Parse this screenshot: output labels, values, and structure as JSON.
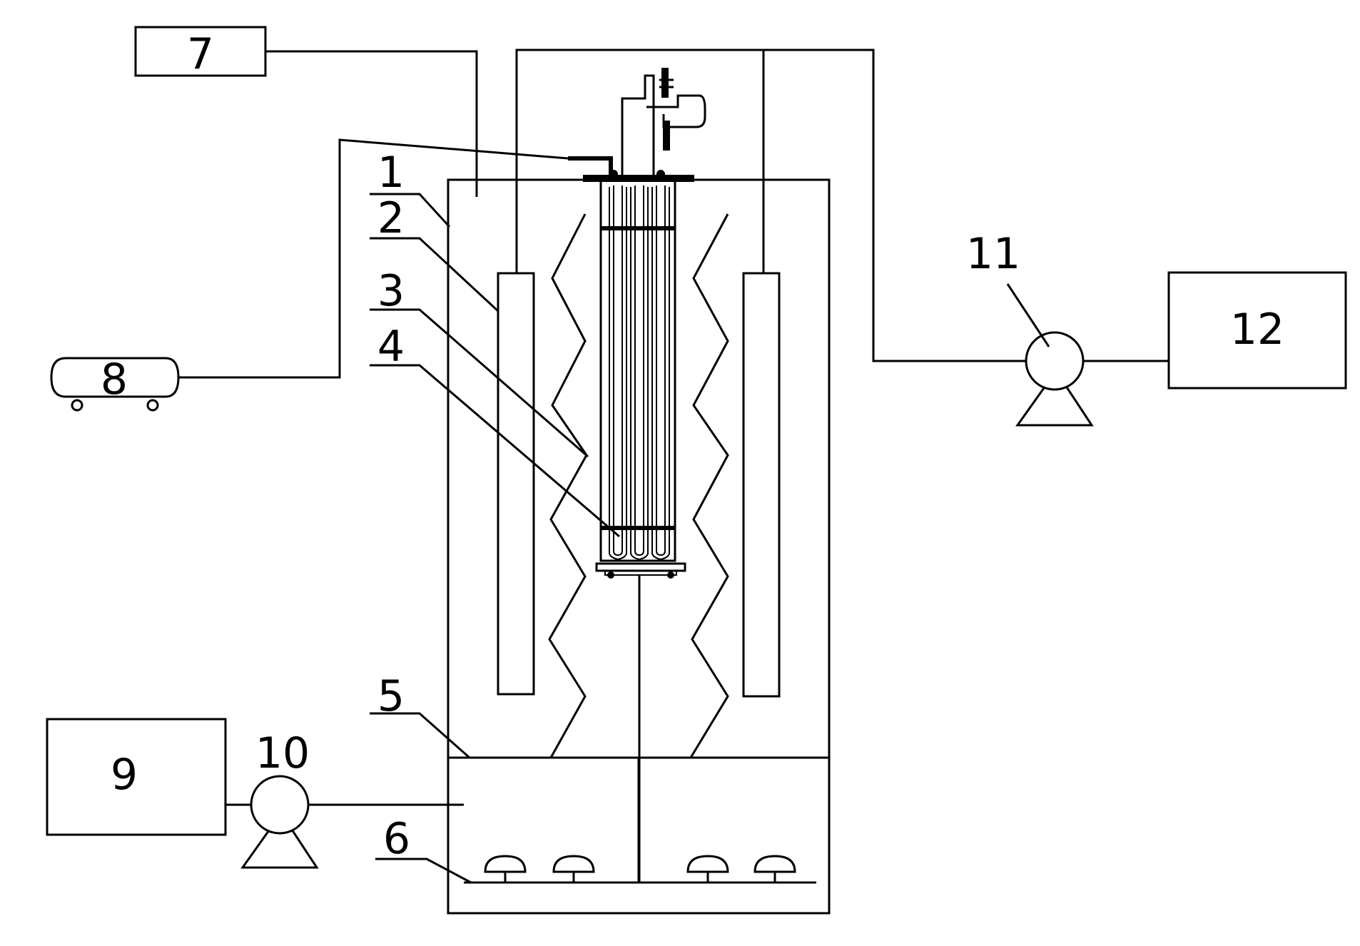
{
  "labels": {
    "n1": "1",
    "n2": "2",
    "n3": "3",
    "n4": "4",
    "n5": "5",
    "n6": "6",
    "n7": "7",
    "n8": "8",
    "n9": "9",
    "n10": "10",
    "n11": "11",
    "n12": "12"
  }
}
